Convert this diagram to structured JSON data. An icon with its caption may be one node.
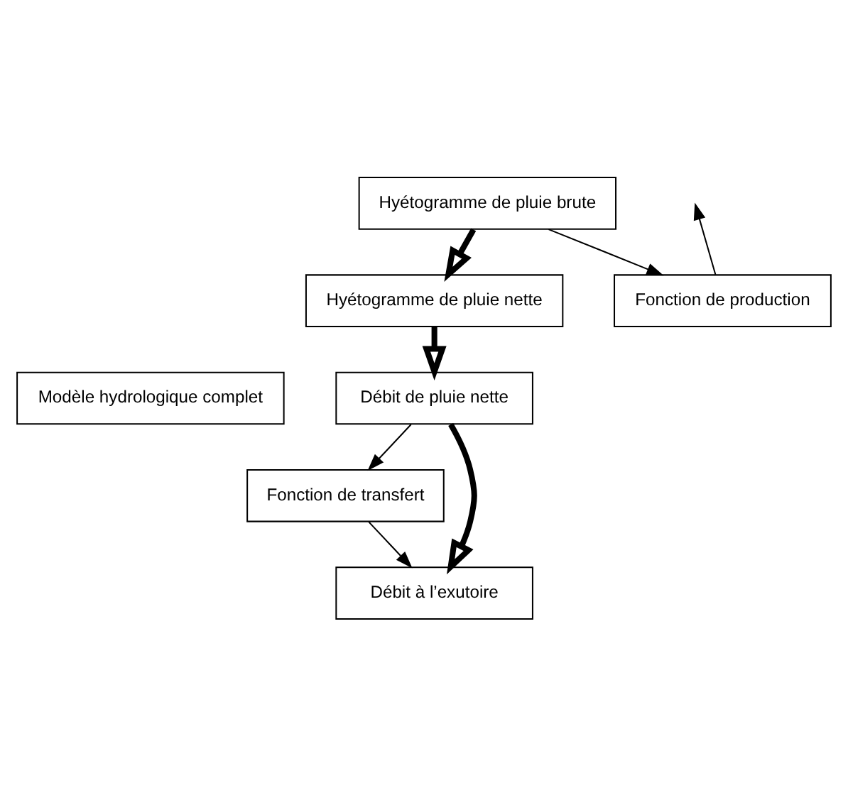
{
  "diagram": {
    "nodes": [
      {
        "text": [
          "Modèle hydrologique complet"
        ]
      },
      {
        "text": [
          "Hyétogramme de pluie brute"
        ]
      },
      {
        "text": [
          "Hyétogramme de pluie nette"
        ]
      },
      {
        "text": [
          "Fonction de production"
        ]
      },
      {
        "text": [
          "Débit de pluie nette"
        ]
      },
      {
        "text": [
          "Fonction de transfert"
        ]
      },
      {
        "text": [
          "Débit à l’exutoire"
        ]
      }
    ],
    "edges": [
      {
        "from": 1,
        "to": 2,
        "arrow": "to",
        "style": "thick"
      },
      {
        "from": 2,
        "to": 4,
        "arrow": "to",
        "style": "thick"
      },
      {
        "from": 4,
        "to": 6,
        "arrow": "to",
        "style": "thick"
      },
      {
        "from": 1,
        "to": 3,
        "arrow": "to"
      },
      {
        "from": 3,
        "to": null,
        "arrow": "to"
      },
      {
        "from": 4,
        "to": 5,
        "arrow": "to"
      },
      {
        "from": 5,
        "to": 6,
        "arrow": "to"
      }
    ]
  }
}
